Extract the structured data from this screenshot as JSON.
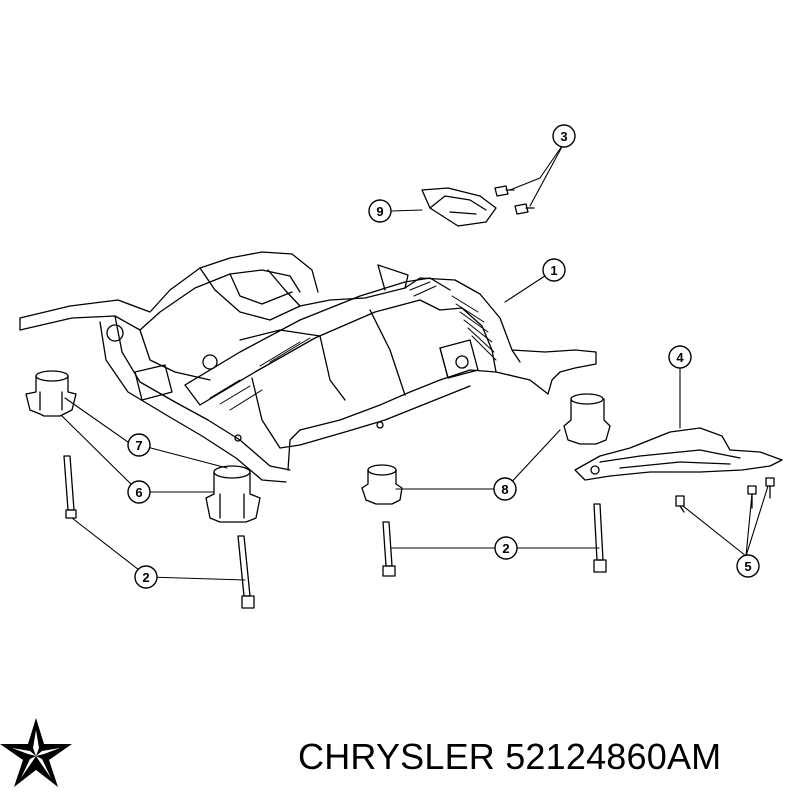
{
  "callouts": [
    "1",
    "2",
    "2",
    "3",
    "4",
    "5",
    "6",
    "7",
    "8",
    "9"
  ],
  "caption": {
    "brand": "CHRYSLER",
    "part_number": "52124860AM"
  },
  "logo": {
    "name": "chrysler-pentastar-icon",
    "color": "#000000"
  },
  "colors": {
    "line": "#000000",
    "background": "#ffffff"
  }
}
